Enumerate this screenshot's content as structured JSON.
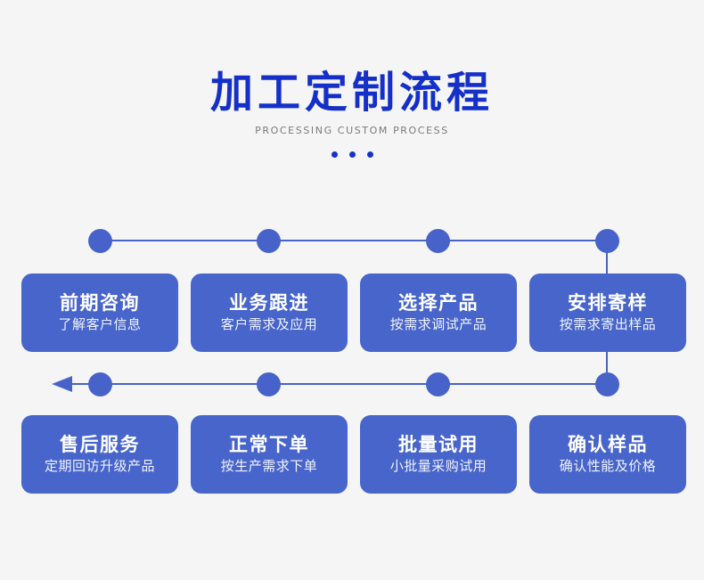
{
  "header": {
    "title": "加工定制流程",
    "subtitle": "PROCESSING CUSTOM PROCESS"
  },
  "colors": {
    "background": "#f5f5f6",
    "title_blue": "#1530c9",
    "subtitle_gray": "#7a7a7a",
    "dots_blue": "#1634c4",
    "connector_blue": "#4763c9",
    "node_blue": "#4765ca",
    "card_text": "#ffffff"
  },
  "flow": {
    "direction_note": "top row flows left-to-right, drops down on the right, bottom row returns right-to-left ending in a left arrow",
    "rows": [
      {
        "steps": [
          {
            "title": "前期咨询",
            "description": "了解客户信息"
          },
          {
            "title": "业务跟进",
            "description": "客户需求及应用"
          },
          {
            "title": "选择产品",
            "description": "按需求调试产品"
          },
          {
            "title": "安排寄样",
            "description": "按需求寄出样品"
          }
        ]
      },
      {
        "steps": [
          {
            "title": "售后服务",
            "description": "定期回访升级产品"
          },
          {
            "title": "正常下单",
            "description": "按生产需求下单"
          },
          {
            "title": "批量试用",
            "description": "小批量采购试用"
          },
          {
            "title": "确认样品",
            "description": "确认性能及价格"
          }
        ]
      }
    ]
  }
}
